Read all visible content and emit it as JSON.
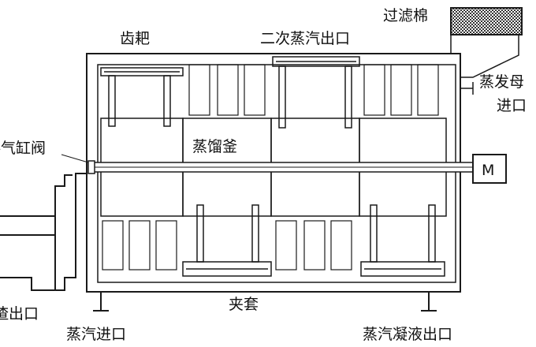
{
  "labels": {
    "filter_cotton": "过滤棉",
    "harrow": "齿耙",
    "secondary_steam_outlet": "二次蒸汽出口",
    "mother_liquor_inlet_line1": "蒸发母",
    "mother_liquor_inlet_line2": "进口",
    "valve_line1": "料气缸阀",
    "still_pot": "蒸馏釜",
    "motor": "M",
    "residue_outlet": "渣出口",
    "jacket": "夹套",
    "steam_inlet": "蒸汽进口",
    "condensate_outlet": "蒸汽凝液出口"
  },
  "colors": {
    "line": "#1a1a1a",
    "filter_hatch": "#333333",
    "background": "#ffffff"
  }
}
